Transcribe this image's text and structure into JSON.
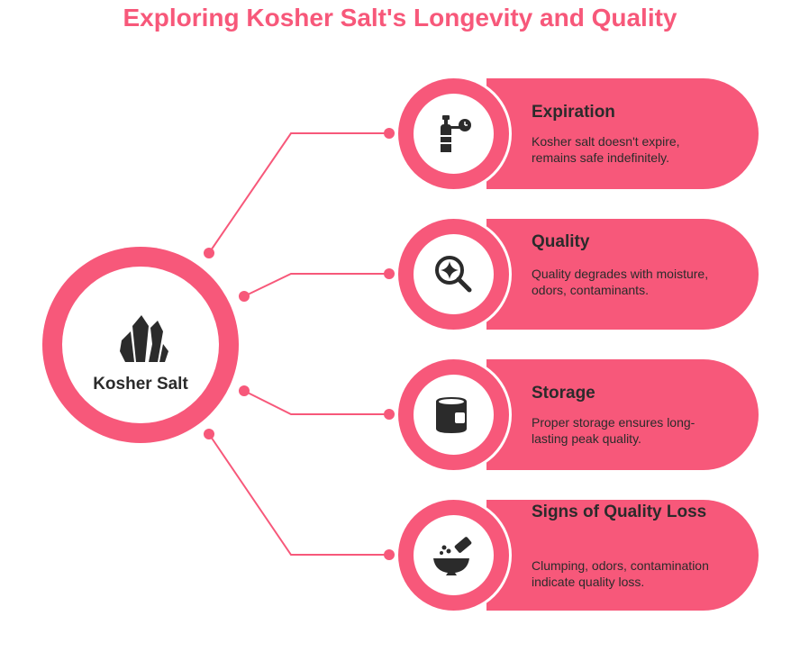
{
  "title": "Exploring Kosher Salt's Longevity and Quality",
  "center": {
    "label": "Kosher Salt",
    "icon": "crystal-icon"
  },
  "colors": {
    "accent": "#f7587a",
    "text": "#2b2b2b"
  },
  "items": [
    {
      "heading": "Expiration",
      "description": "Kosher salt doesn't expire, remains safe indefinitely.",
      "icon": "spray-timer-icon"
    },
    {
      "heading": "Quality",
      "description": "Quality degrades with moisture, odors, contaminants.",
      "icon": "magnifier-sparkle-icon"
    },
    {
      "heading": "Storage",
      "description": "Proper storage ensures long-lasting peak quality.",
      "icon": "container-icon"
    },
    {
      "heading": "Signs of Quality Loss",
      "description": "Clumping, odors, contamination indicate quality loss.",
      "icon": "mortar-pestle-icon"
    }
  ]
}
